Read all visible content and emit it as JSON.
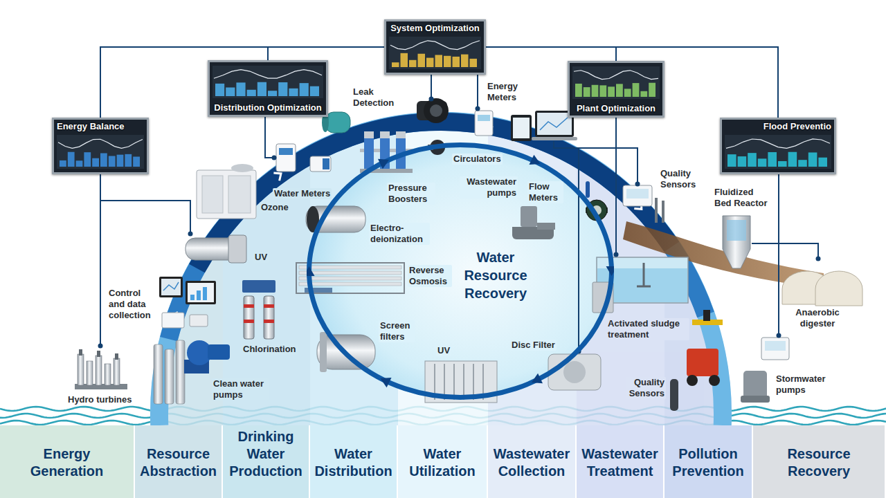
{
  "diagram": {
    "nodes": [
      {
        "text": [
          "System Optimization"
        ]
      },
      {
        "text": [
          "Distribution Optimization"
        ]
      },
      {
        "text": [
          "Plant Optimization"
        ]
      },
      {
        "text": [
          "Energy Balance"
        ]
      },
      {
        "text": [
          "Flood Preventio"
        ]
      },
      {
        "text": [
          "Water Resource Recovery"
        ]
      },
      {
        "text": [
          "Energy Generation"
        ]
      },
      {
        "text": [
          "Resource Abstraction"
        ]
      },
      {
        "text": [
          "Drinking Water Production"
        ]
      },
      {
        "text": [
          "Water Distribution"
        ]
      },
      {
        "text": [
          "Water Utilization"
        ]
      },
      {
        "text": [
          "Wastewater Collection"
        ]
      },
      {
        "text": [
          "Wastewater Treatment"
        ]
      },
      {
        "text": [
          "Pollution Prevention"
        ]
      },
      {
        "text": [
          "Resource Recovery"
        ]
      }
    ],
    "edges": [
      {
        "from": 0,
        "to": 3,
        "arrow": "none"
      },
      {
        "from": 0,
        "to": 1,
        "arrow": "none"
      },
      {
        "from": 0,
        "to": 2,
        "arrow": "none"
      },
      {
        "from": 0,
        "to": 4,
        "arrow": "none"
      }
    ],
    "labels": [
      "Leak Detection",
      "Energy Meters",
      "Circulators",
      "Water Meters",
      "Pressure Boosters",
      "Wastewater pumps",
      "Flow Meters",
      "Quality Sensors",
      "Fluidized Bed Reactor",
      "Ozone",
      "Electro-deionization",
      "UV",
      "Reverse Osmosis",
      "Control and data collection",
      "Activated sludge treatment",
      "Anaerobic digester",
      "Screen filters",
      "Disc Filter",
      "Chlorination",
      "UV",
      "Quality Sensors",
      "Stormwater pumps",
      "Clean water pumps",
      "Hydro turbines"
    ]
  }
}
